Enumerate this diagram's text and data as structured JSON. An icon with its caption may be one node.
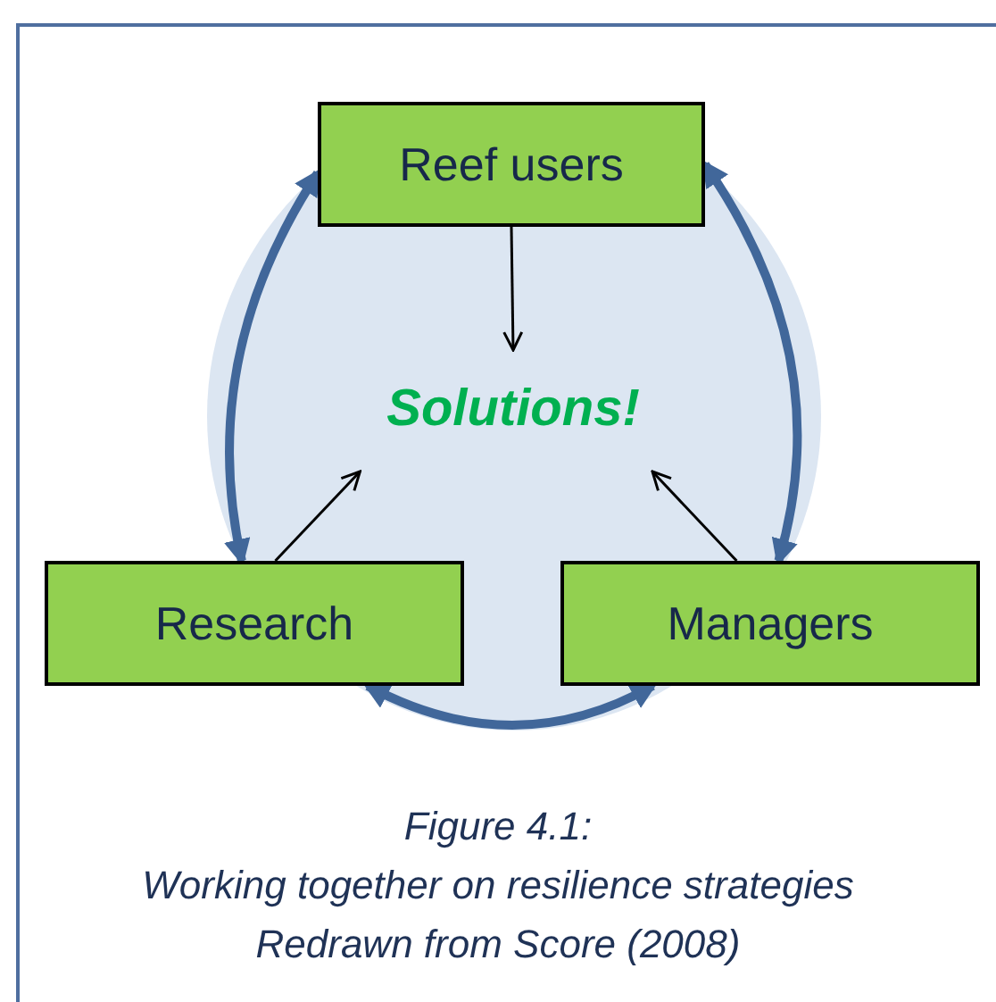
{
  "diagram": {
    "nodes": [
      {
        "text": [
          "Reef users"
        ]
      },
      {
        "text": [
          "Solutions!"
        ]
      },
      {
        "text": [
          "Research"
        ]
      },
      {
        "text": [
          "Managers"
        ]
      }
    ],
    "edges": [
      {
        "from": 0,
        "to": 1,
        "arrow": "to"
      },
      {
        "from": 2,
        "to": 1,
        "arrow": "to"
      },
      {
        "from": 3,
        "to": 1,
        "arrow": "to"
      },
      {
        "from": 0,
        "to": 2,
        "arrow": "both",
        "style": "thick",
        "color": "#41679a"
      },
      {
        "from": 0,
        "to": 3,
        "arrow": "both",
        "style": "thick",
        "color": "#41679a"
      },
      {
        "from": 2,
        "to": 3,
        "arrow": "both",
        "style": "thick",
        "color": "#41679a"
      }
    ],
    "labels": [
      "Figure 4.1:",
      "Working together on resilience strategies",
      "Redrawn from Score (2008)"
    ]
  }
}
